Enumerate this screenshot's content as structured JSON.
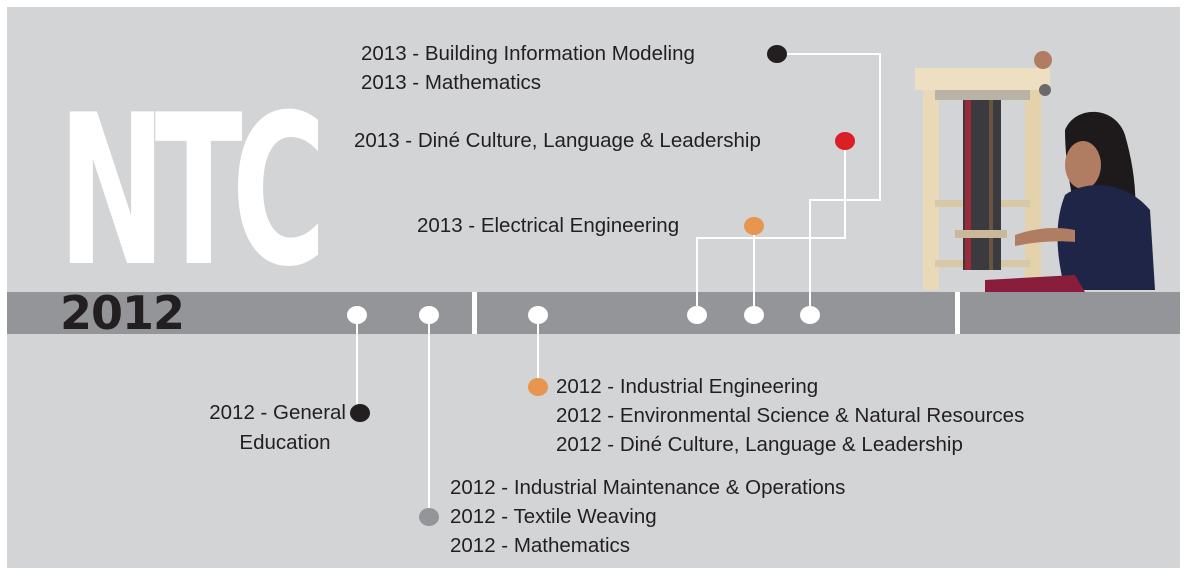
{
  "logo": {
    "letters": "NTC"
  },
  "timeline": {
    "year": "2012"
  },
  "colors": {
    "panel": "#d3d4d5",
    "bar": "#939598",
    "black_dot": "#231f20",
    "red_dot": "#da1f26",
    "orange_dot": "#e8954f",
    "gray_dot": "#939598"
  },
  "above": {
    "group_2013_bim": [
      "2013 - Building Information Modeling",
      "2013 - Mathematics"
    ],
    "dine_2013": "2013 - Diné Culture, Language & Leadership",
    "electrical_2013": "2013 - Electrical Engineering"
  },
  "below": {
    "general_education": [
      "2012 - General",
      "Education"
    ],
    "group_industrial_eng": [
      "2012 - Industrial Engineering",
      "2012 - Environmental Science & Natural Resources",
      "2012 - Diné Culture, Language & Leadership"
    ],
    "group_textile": [
      "2012 - Industrial Maintenance & Operations",
      "2012 - Textile Weaving",
      "2012 - Mathematics"
    ]
  },
  "photo": {
    "icon": "loom-weaver-photo"
  }
}
